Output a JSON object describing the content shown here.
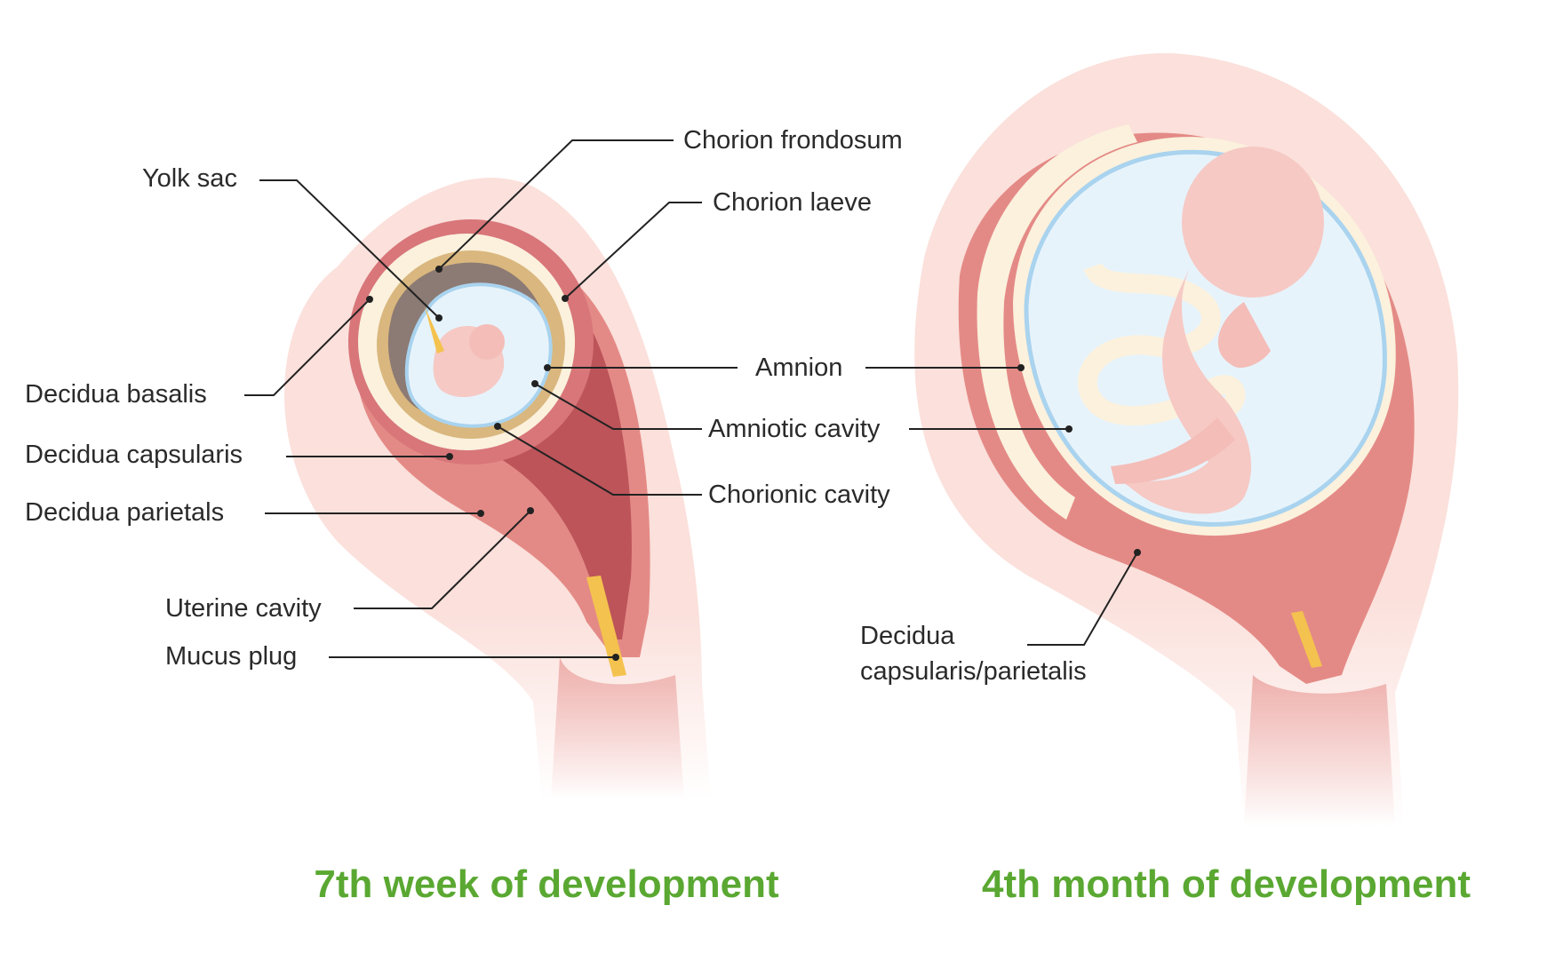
{
  "colors": {
    "caption": "#5aa832",
    "outer_tissue": "#fbe0db",
    "wall": "#e48a86",
    "wall_dark": "#b54a52",
    "villi": "#fbf1dd",
    "chorion": "#d9b77e",
    "amnion_fluid": "#e7f3fb",
    "amnion_edge": "#a9d3ee",
    "embryo": "#f6c9c4",
    "mucus": "#f4c24e",
    "leader": "#222222"
  },
  "labels": {
    "yolk_sac": "Yolk sac",
    "chorion_frondosum": "Chorion frondosum",
    "chorion_laeve": "Chorion laeve",
    "decidua_basalis": "Decidua basalis",
    "decidua_capsularis": "Decidua capsularis",
    "decidua_parietals": "Decidua parietals",
    "uterine_cavity": "Uterine cavity",
    "mucus_plug": "Mucus plug",
    "amnion": "Amnion",
    "amniotic_cavity": "Amniotic cavity",
    "chorionic_cavity": "Chorionic cavity",
    "decidua_cap_par_line1": "Decidua",
    "decidua_cap_par_line2": "capsularis/parietalis"
  },
  "captions": {
    "left": "7th week of development",
    "right": "4th month of development"
  }
}
